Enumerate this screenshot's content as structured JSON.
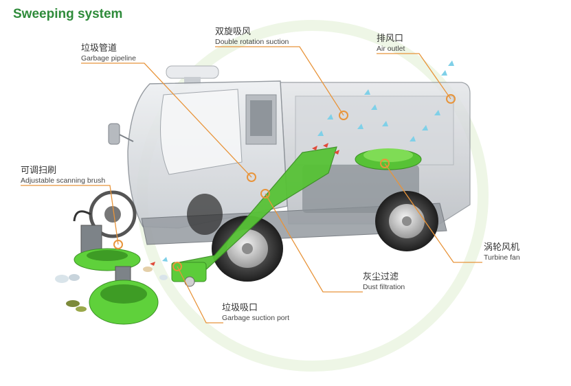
{
  "title": "Sweeping system",
  "callouts": {
    "garbage_pipeline": {
      "zh": "垃圾管道",
      "en": "Garbage pipeline"
    },
    "double_rotation_suction": {
      "zh": "双旋吸风",
      "en": "Double rotation suction"
    },
    "air_outlet": {
      "zh": "排风口",
      "en": "Air outlet"
    },
    "adjustable_scanning_brush": {
      "zh": "可调扫刷",
      "en": "Adjustable scanning brush"
    },
    "turbine_fan": {
      "zh": "涡轮风机",
      "en": "Turbine fan"
    },
    "dust_filtration": {
      "zh": "灰尘过滤",
      "en": "Dust filtration"
    },
    "garbage_suction_port": {
      "zh": "垃圾吸口",
      "en": "Garbage suction port"
    }
  },
  "colors": {
    "title_green": "#2e8b3a",
    "accent_green": "#57c236",
    "callout_orange": "#e8943a",
    "arrow_blue": "#7fd0e8",
    "arrow_red": "#e04a3a"
  }
}
